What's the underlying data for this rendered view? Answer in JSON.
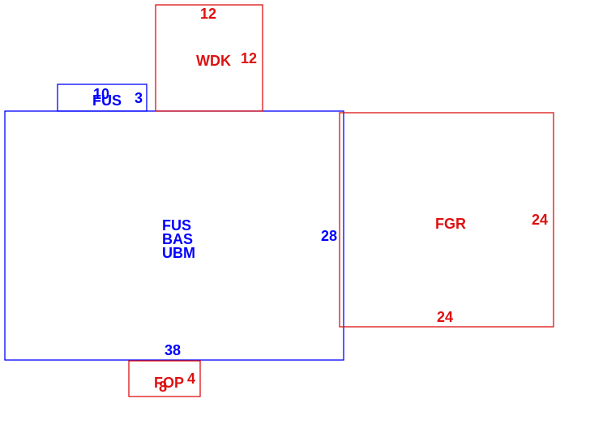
{
  "colors": {
    "blue": "#0000ff",
    "red": "#dd1111",
    "background": "#ffffff"
  },
  "areas": [
    {
      "id": "main",
      "labels": [
        "FUS",
        "BAS",
        "UBM"
      ],
      "dimensions": [
        "38",
        "28"
      ],
      "color": "blue"
    },
    {
      "id": "upper-floor-strip",
      "labels": [
        "FUS"
      ],
      "dimensions": [
        "10",
        "3"
      ],
      "color": "blue"
    },
    {
      "id": "wood-deck",
      "labels": [
        "WDK"
      ],
      "dimensions": [
        "12",
        "12"
      ],
      "color": "red"
    },
    {
      "id": "garage",
      "labels": [
        "FGR"
      ],
      "dimensions": [
        "24",
        "24"
      ],
      "color": "red"
    },
    {
      "id": "open-porch",
      "labels": [
        "FOP"
      ],
      "dimensions": [
        "8",
        "4"
      ],
      "color": "red"
    }
  ]
}
